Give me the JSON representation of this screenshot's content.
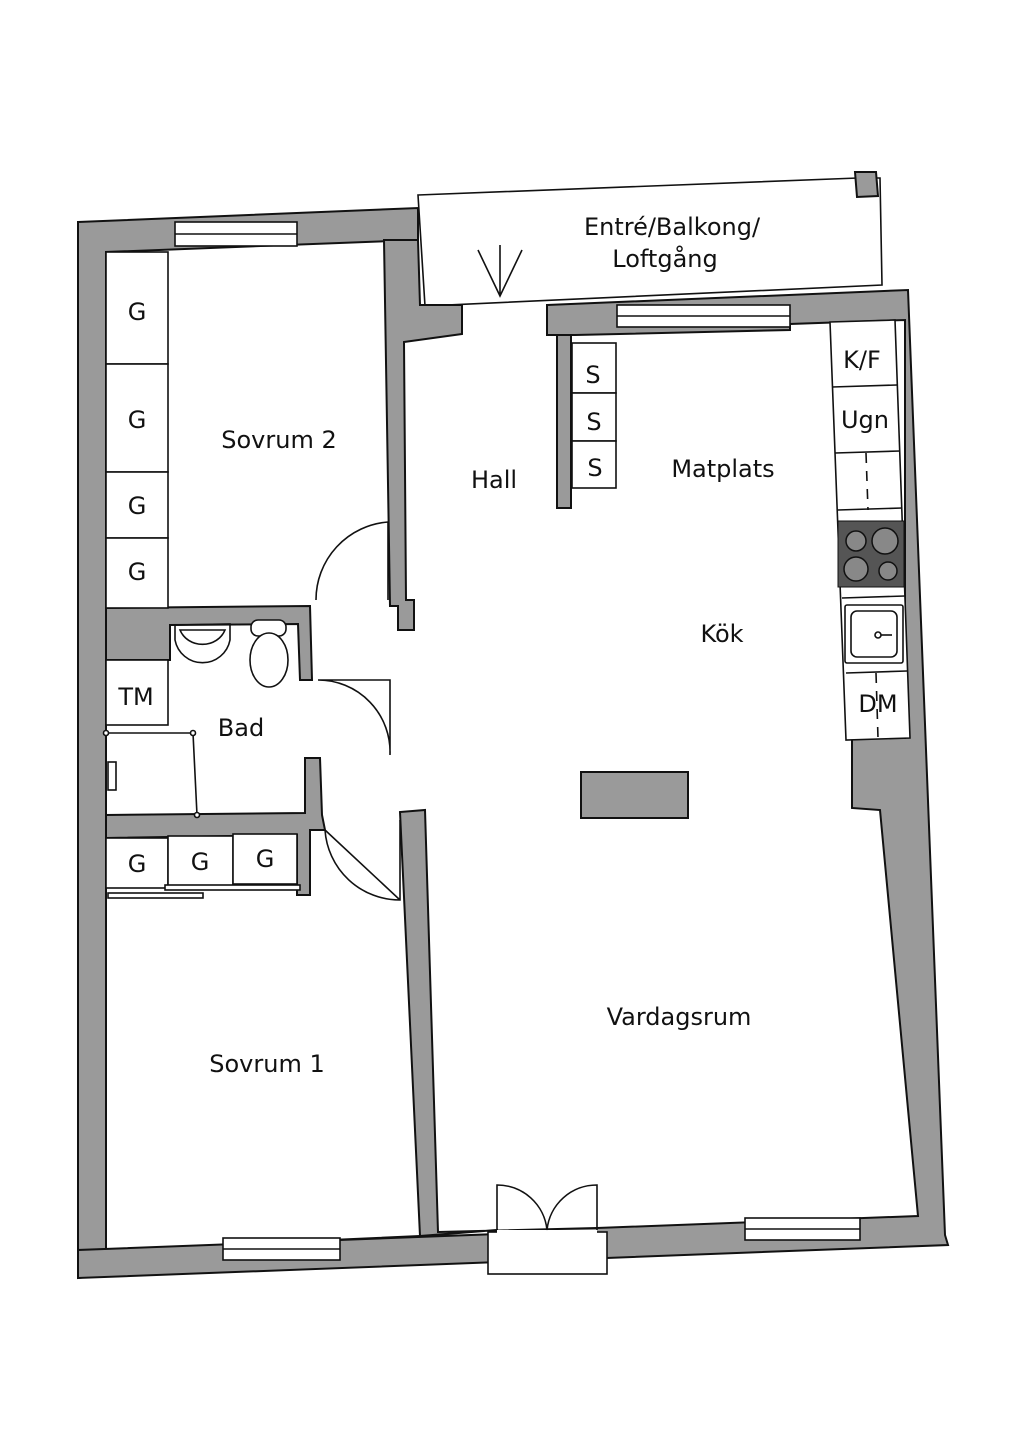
{
  "rooms": {
    "entry": [
      "Entré/Balkong/",
      "Loftgång"
    ],
    "sovrum2": "Sovrum 2",
    "hall": "Hall",
    "matplats": "Matplats",
    "kok": "Kök",
    "bad": "Bad",
    "vardagsrum": "Vardagsrum",
    "sovrum1": "Sovrum 1"
  },
  "fixtures": {
    "wardrobe": "G",
    "storage": "S",
    "fridge_freezer": "K/F",
    "oven": "Ugn",
    "washing_machine": "TM",
    "dishwasher": "DM"
  },
  "colors": {
    "wall": "#9a9a9a",
    "stove": "#555555"
  }
}
